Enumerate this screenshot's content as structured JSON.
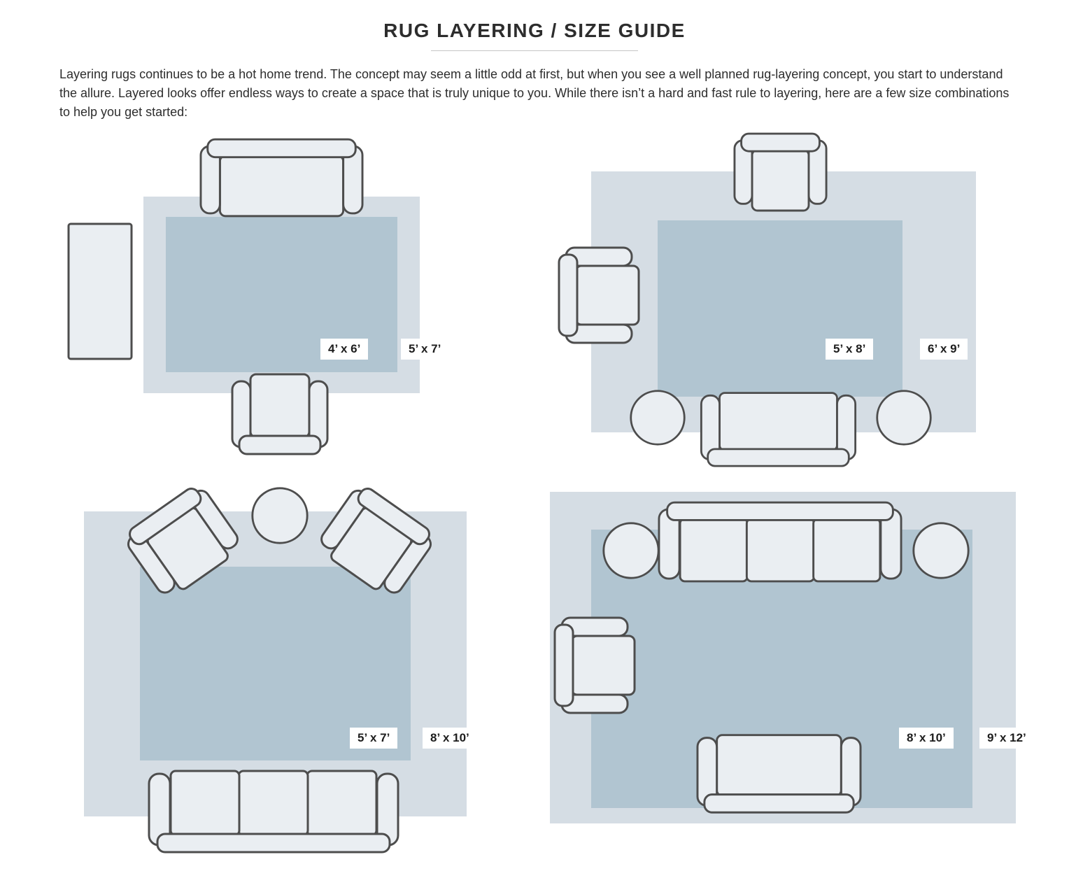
{
  "page": {
    "title": "RUG LAYERING / SIZE GUIDE",
    "intro": "Layering rugs continues to be a hot home trend. The concept may seem a little odd at first, but when you see a well planned rug-layering concept, you start to understand the allure. Layered looks offer endless ways to create a space that is truly unique to you. While there isn’t a hard and fast rule to layering, here are a few size combinations to help you get started:"
  },
  "colors": {
    "rug_outer": "#d5dde4",
    "rug_inner": "#b1c5d1",
    "furniture_fill": "#eaeef2",
    "furniture_stroke": "#4d4d4d",
    "label_background": "#ffffff",
    "text": "#2d2d2d"
  },
  "diagrams": [
    {
      "name": "combo-4x6-over-5x7",
      "inner_rug_label": "4’ x 6’",
      "outer_rug_label": "5’ x 7’",
      "furniture": [
        "loveseat",
        "armchair",
        "side-table"
      ]
    },
    {
      "name": "combo-5x8-over-6x9",
      "inner_rug_label": "5’ x 8’",
      "outer_rug_label": "6’ x 9’",
      "furniture": [
        "armchair",
        "armchair",
        "loveseat",
        "round-pouf",
        "round-pouf"
      ]
    },
    {
      "name": "combo-5x7-over-8x10",
      "inner_rug_label": "5’ x 7’",
      "outer_rug_label": "8’ x 10’",
      "furniture": [
        "armchair",
        "armchair",
        "round-table",
        "sofa"
      ]
    },
    {
      "name": "combo-8x10-over-9x12",
      "inner_rug_label": "8’ x 10’",
      "outer_rug_label": "9’ x 12’",
      "furniture": [
        "sofa",
        "round-table",
        "round-table",
        "armchair",
        "loveseat"
      ]
    }
  ]
}
